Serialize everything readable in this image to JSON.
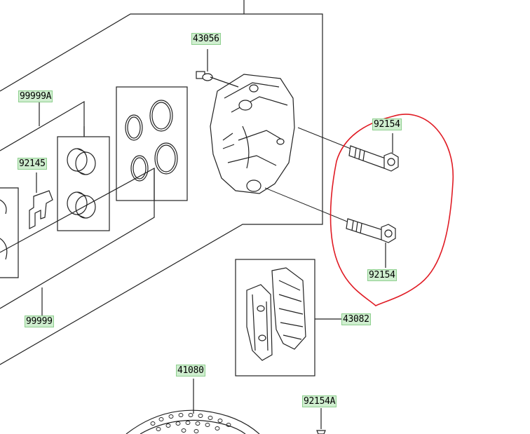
{
  "diagram": {
    "parts": {
      "bleeder_valve": "43056",
      "caliper_kit_upper": "99999A",
      "pad_spring": "92145",
      "caliper_kit_lower": "99999",
      "bolt_upper": "92154",
      "bolt_lower": "92154",
      "brake_pads": "43082",
      "brake_disc": "41080",
      "disc_bolt": "92154A"
    },
    "colors": {
      "line": "#222222",
      "label_fill": "#cfeecf",
      "label_border": "#8ecf8e",
      "annotation": "#e01b24"
    },
    "annotation": "red-freehand-circle-around-bolts"
  }
}
